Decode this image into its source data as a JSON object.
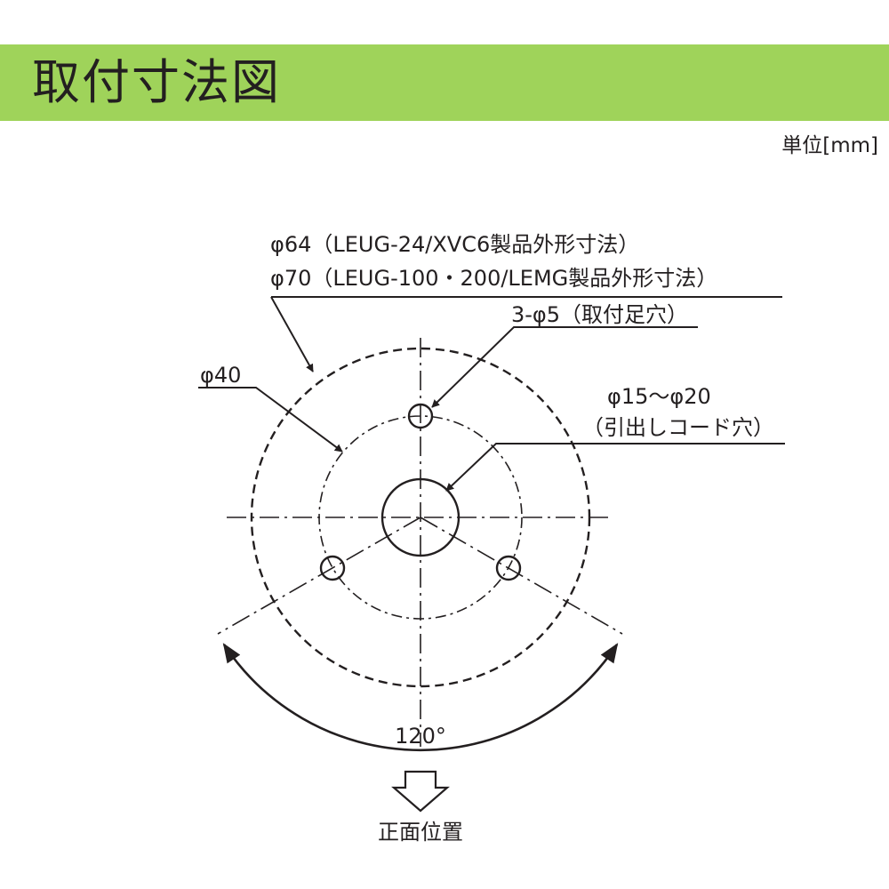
{
  "header": {
    "title": "取付寸法図"
  },
  "unit": "単位[mm]",
  "labels": {
    "outer_dia_1": "φ64（LEUG-24/XVC6製品外形寸法）",
    "outer_dia_2": "φ70（LEUG-100・200/LEMG製品外形寸法）",
    "mount_holes": "3-φ5（取付足穴）",
    "pcd": "φ40",
    "cord_hole_1": "φ15～φ20",
    "cord_hole_2": "（引出しコード穴）",
    "angle": "120°",
    "front": "正面位置"
  },
  "colors": {
    "header_bg": "#9fd35a",
    "ink": "#231f20"
  }
}
